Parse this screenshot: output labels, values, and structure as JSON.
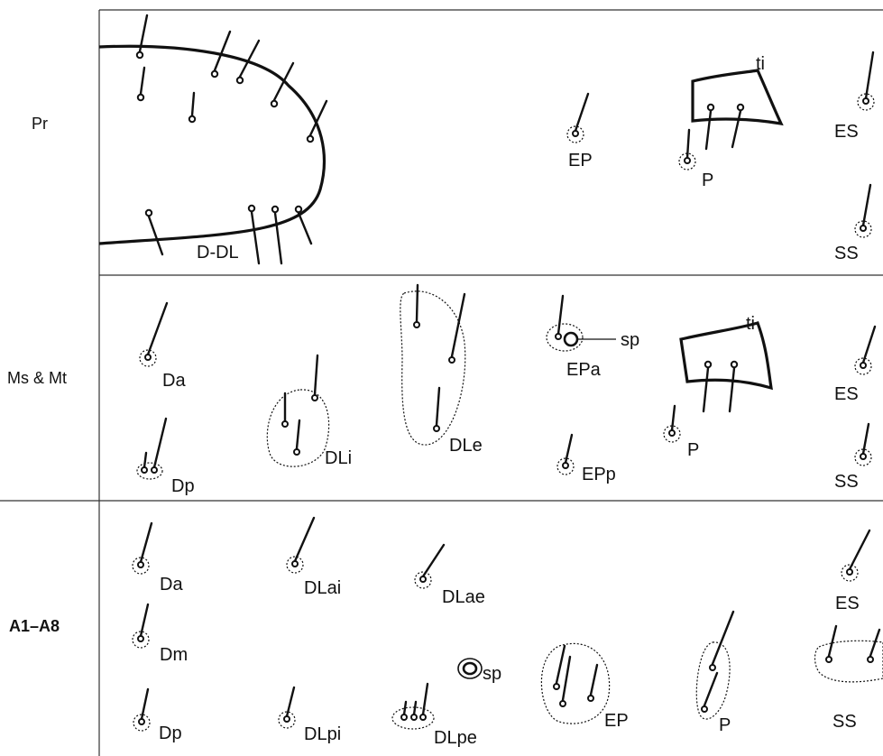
{
  "rows": {
    "pr": "Pr",
    "msmt": "Ms & Mt",
    "a": "A1–A8"
  },
  "labels": {
    "pr_ddl": "D-DL",
    "pr_ep": "EP",
    "pr_ti": "ti",
    "pr_p": "P",
    "pr_es": "ES",
    "pr_ss": "SS",
    "ms_da": "Da",
    "ms_dp": "Dp",
    "ms_dli": "DLi",
    "ms_dle": "DLe",
    "ms_sp": "sp",
    "ms_epa": "EPa",
    "ms_epp": "EPp",
    "ms_ti": "ti",
    "ms_p": "P",
    "ms_es": "ES",
    "ms_ss": "SS",
    "a_da": "Da",
    "a_dm": "Dm",
    "a_dp": "Dp",
    "a_dlai": "DLai",
    "a_dlpi": "DLpi",
    "a_dlae": "DLae",
    "a_dlpe": "DLpe",
    "a_sp": "sp",
    "a_ep": "EP",
    "a_p": "P",
    "a_es": "ES",
    "a_ss": "SS"
  }
}
